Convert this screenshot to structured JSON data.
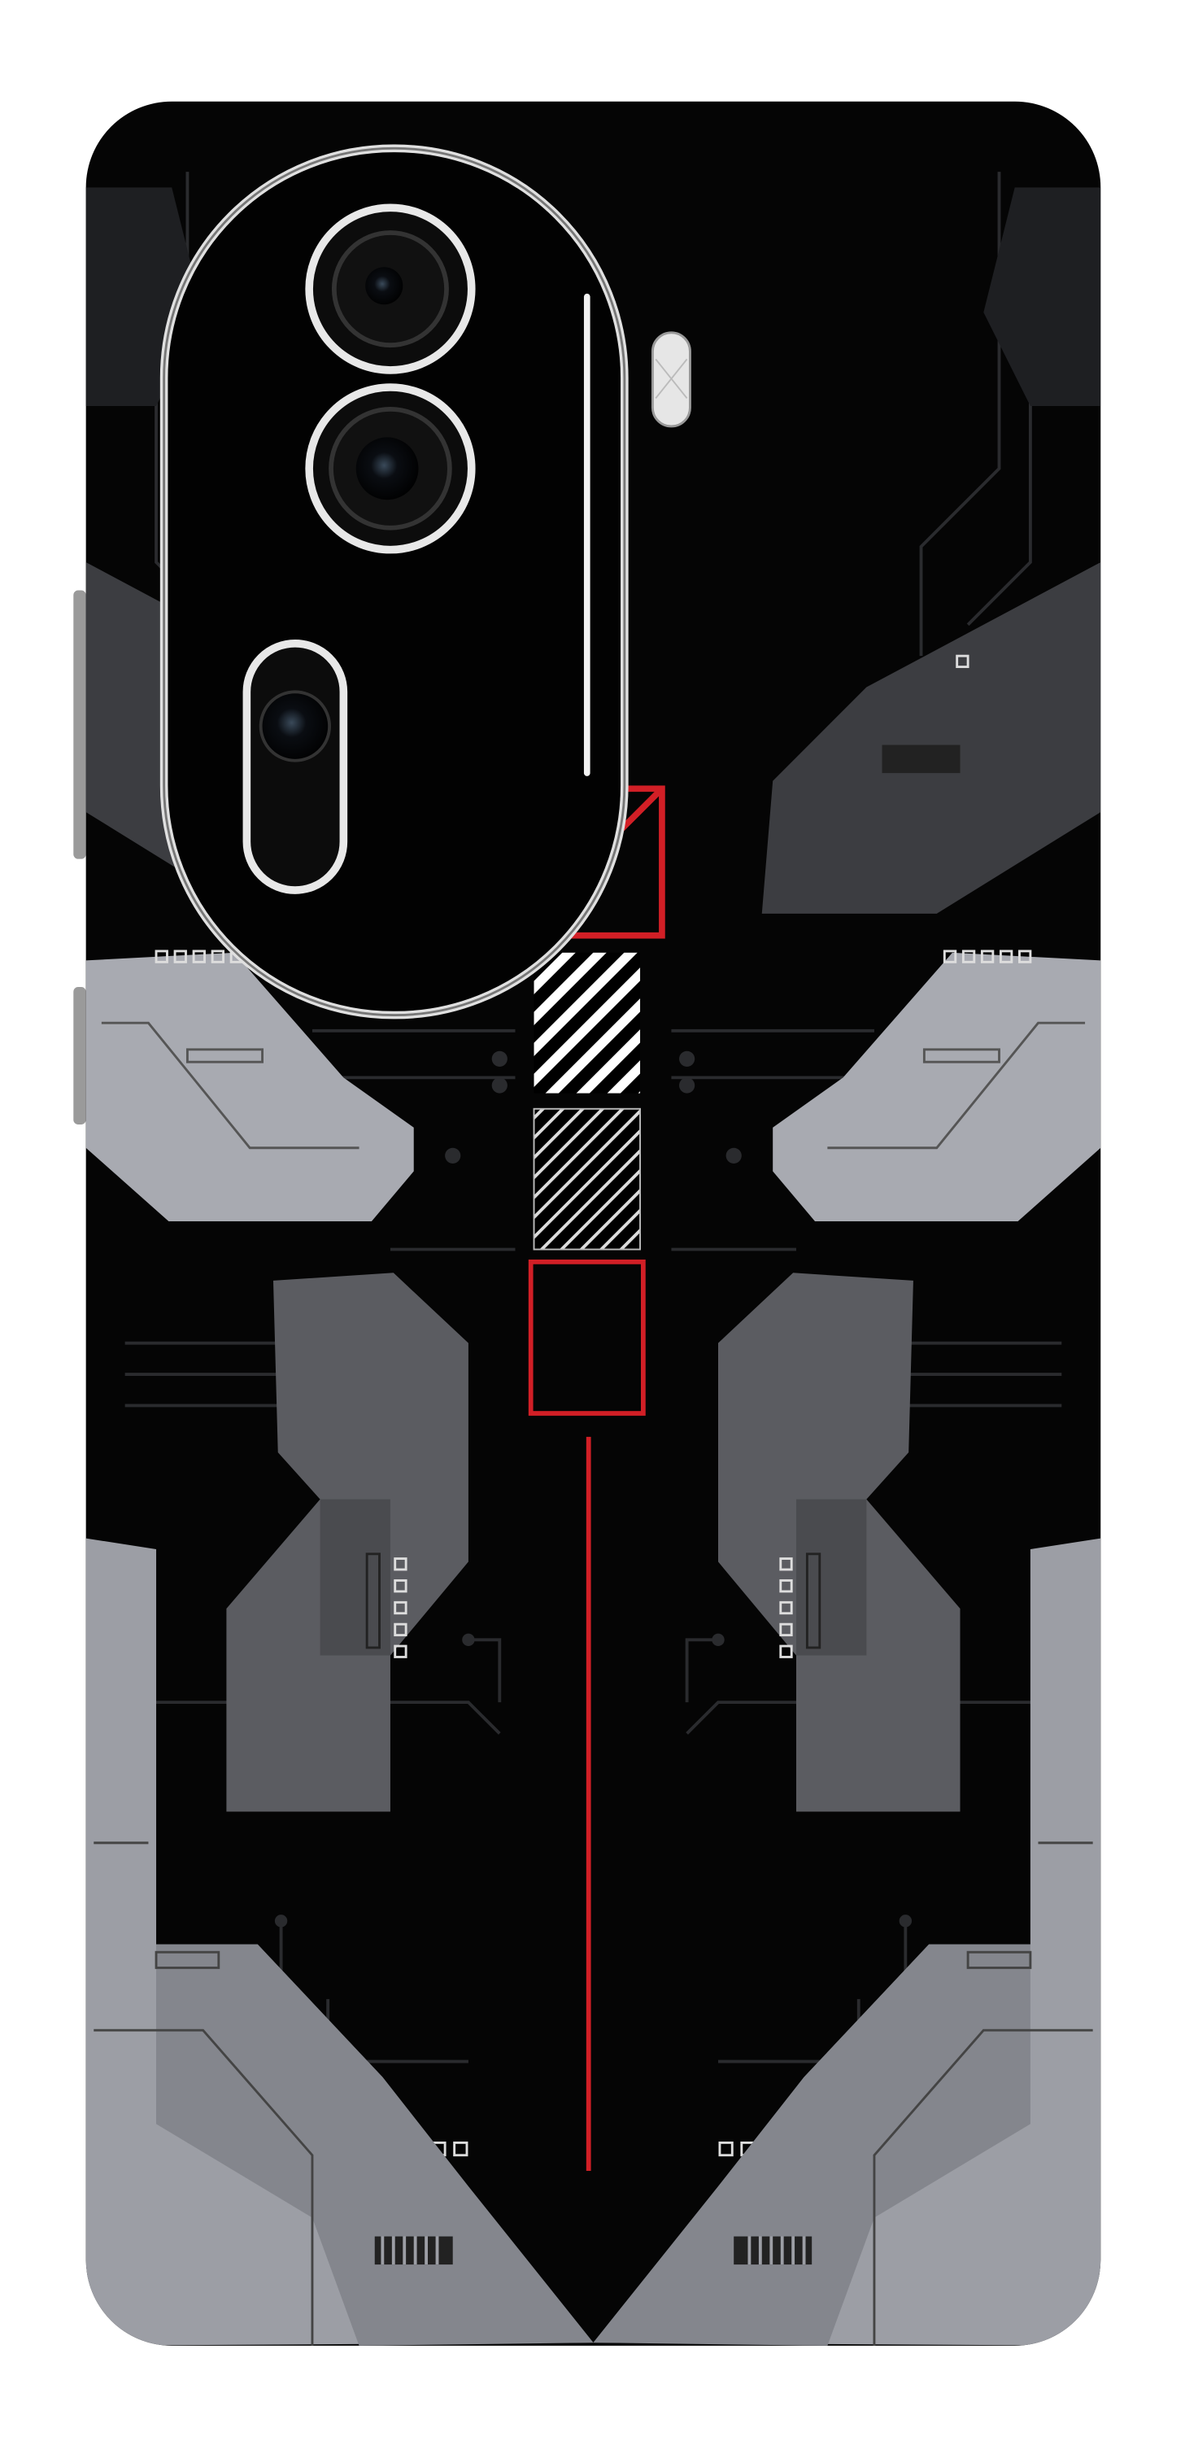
{
  "product": {
    "type": "phone back skin",
    "colors": {
      "background": "#ffffff",
      "body": "#050505",
      "light_gray": "#a8aab1",
      "mid_gray": "#5b5c61",
      "dark_gray": "#3c3d41",
      "accent_red": "#d21f26",
      "camera_ring": "#d9d9d9",
      "hatch": "#ffffff"
    },
    "icons": [
      "camera-lens",
      "flash",
      "circuit-pattern"
    ]
  }
}
